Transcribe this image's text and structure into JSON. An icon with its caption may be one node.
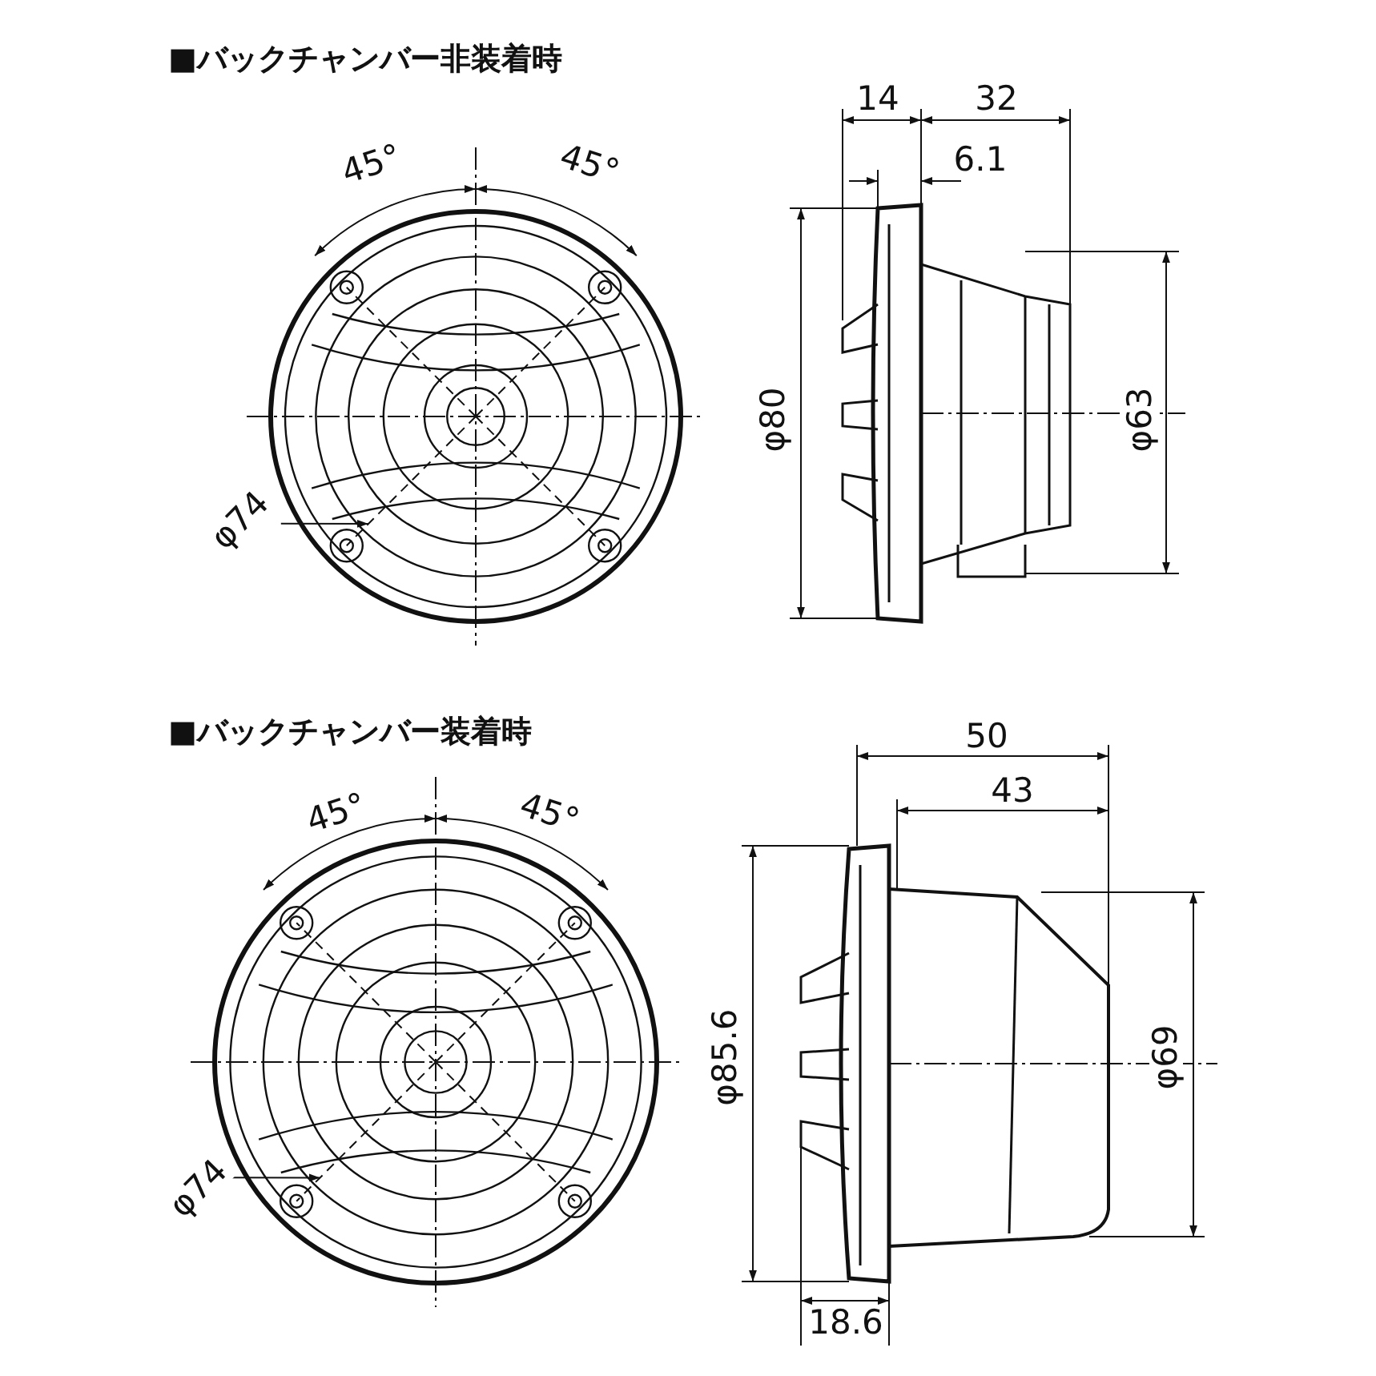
{
  "diagram": {
    "labels": [
      "■バックチャンバー非装着時",
      "45°",
      "45°",
      "φ74",
      "14",
      "32",
      "6.1",
      "φ80",
      "φ63",
      "■バックチャンバー装着時",
      "45°",
      "45°",
      "φ74",
      "50",
      "43",
      "φ85.6",
      "φ69",
      "18.6"
    ]
  }
}
